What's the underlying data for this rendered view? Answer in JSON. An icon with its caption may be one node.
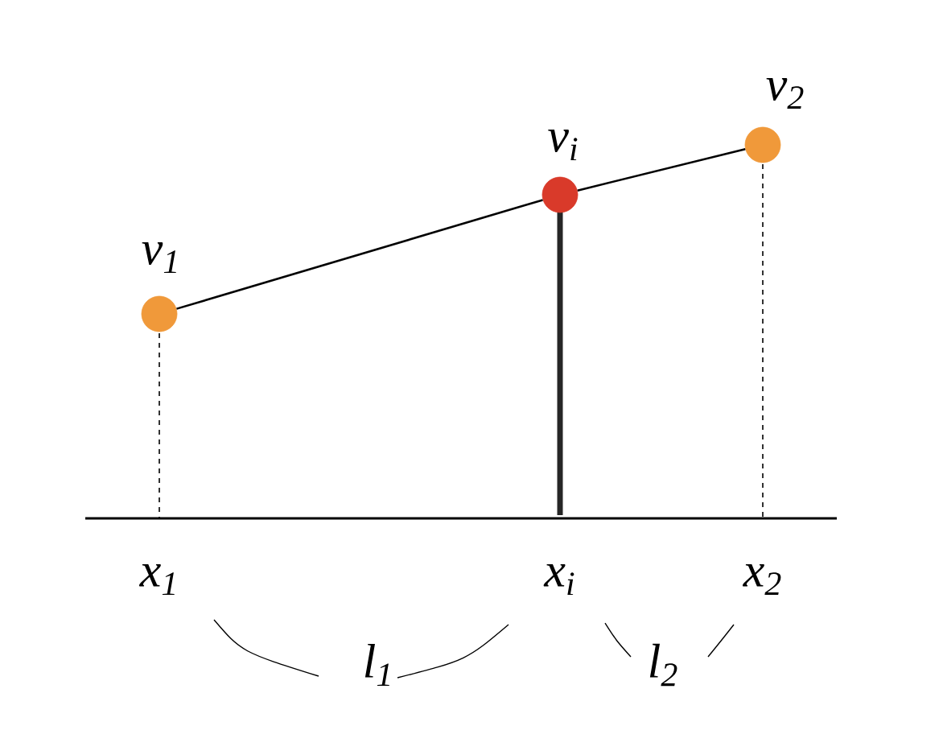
{
  "diagram": {
    "nodes": [
      {
        "text": [
          "v$_{1}$"
        ]
      },
      {
        "text": [
          "v$_{i}$"
        ]
      },
      {
        "text": [
          "v$_{2}$"
        ]
      }
    ],
    "edges": [
      {
        "from": 0,
        "to": 1,
        "arrow": "none"
      },
      {
        "from": 1,
        "to": 2,
        "arrow": "none"
      }
    ],
    "labels": [
      "x$_{1}$",
      "x$_{i}$",
      "x$_{2}$",
      "l$_{1}$",
      "l$_{2}$"
    ]
  }
}
